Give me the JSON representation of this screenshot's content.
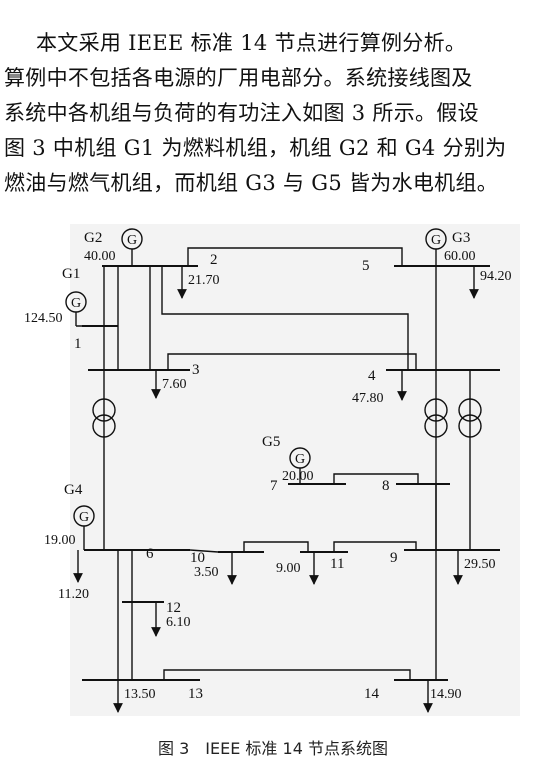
{
  "paragraph": {
    "line1": "本文采用 IEEE 标准 14 节点进行算例分析。",
    "line2": "算例中不包括各电源的厂用电部分。系统接线图及",
    "line3": "系统中各机组与负荷的有功注入如图 3 所示。假设",
    "line4": "图 3 中机组 G1 为燃料机组，机组 G2 和 G4 分别为",
    "line5": "燃油与燃气机组，而机组 G3 与 G5 皆为水电机组。"
  },
  "diagram": {
    "generators": {
      "g1": {
        "name": "G1",
        "symbol": "G",
        "value": "124.50"
      },
      "g2": {
        "name": "G2",
        "symbol": "G",
        "value": "40.00"
      },
      "g3": {
        "name": "G3",
        "symbol": "G",
        "value": "60.00"
      },
      "g4": {
        "name": "G4",
        "symbol": "G",
        "value": "19.00"
      },
      "g5": {
        "name": "G5",
        "symbol": "G",
        "value": "20.00"
      }
    },
    "buses": {
      "b1": "1",
      "b2": "2",
      "b3": "3",
      "b4": "4",
      "b5": "5",
      "b6": "6",
      "b7": "7",
      "b8": "8",
      "b9": "9",
      "b10": "10",
      "b11": "11",
      "b12": "12",
      "b13": "13",
      "b14": "14"
    },
    "loads": {
      "l2": "21.70",
      "l3": "7.60",
      "l4": "47.80",
      "l3g": "94.20",
      "l6": "11.20",
      "l10": "3.50",
      "l11": "9.00",
      "l9": "29.50",
      "l12": "6.10",
      "l13": "13.50",
      "l14": "14.90"
    }
  },
  "caption": "图 3　IEEE 标准 14 节点系统图"
}
